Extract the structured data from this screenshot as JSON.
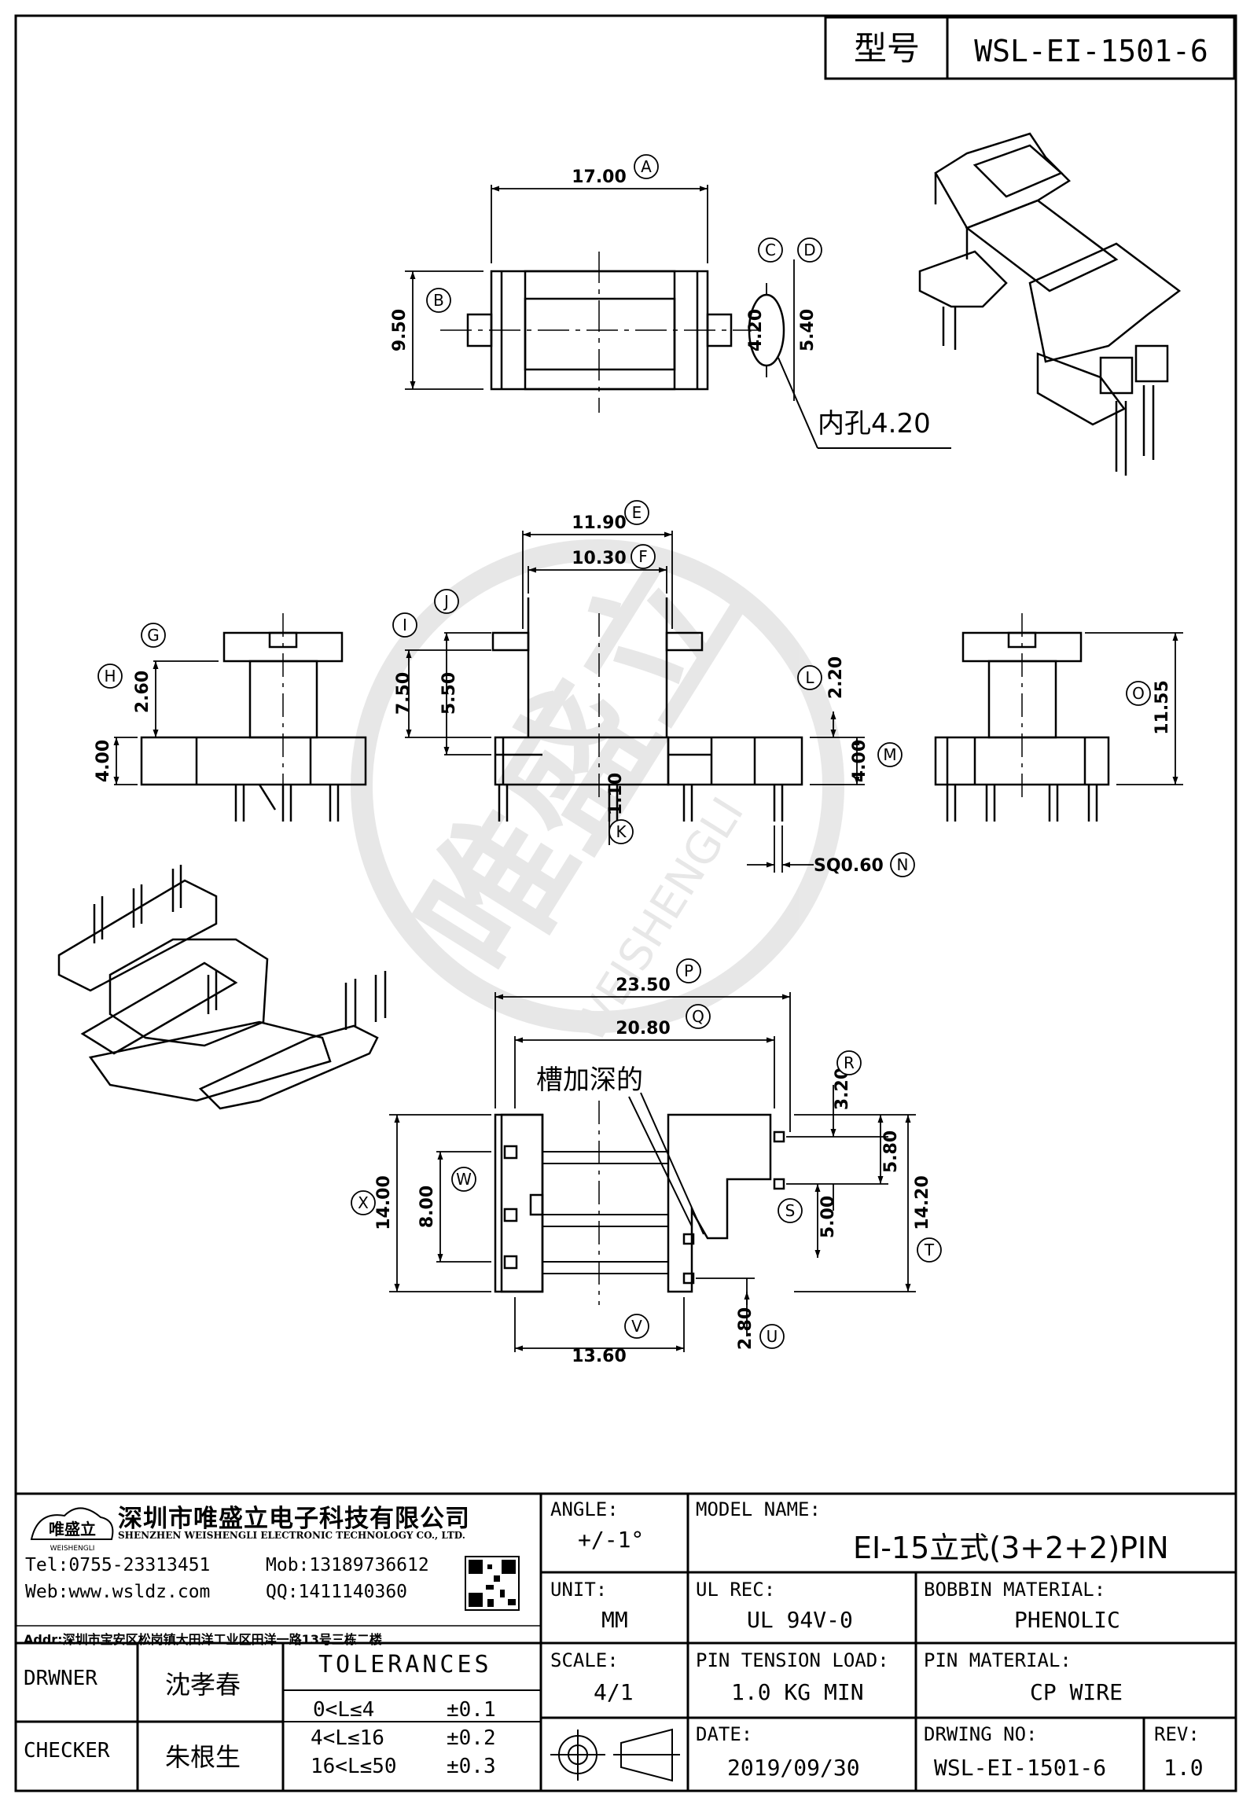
{
  "header": {
    "model_label": "型号",
    "model_no": "WSL-EI-1501-6"
  },
  "dims": {
    "A": {
      "letter": "A",
      "value": "17.00"
    },
    "B": {
      "letter": "B",
      "value": "9.50"
    },
    "C": {
      "letter": "C",
      "value": "4.20"
    },
    "D": {
      "letter": "D",
      "value": "5.40"
    },
    "E": {
      "letter": "E",
      "value": "11.90"
    },
    "F": {
      "letter": "F",
      "value": "10.30"
    },
    "G": {
      "letter": "G",
      "value": "2.60"
    },
    "H": {
      "letter": "H",
      "value": "4.00"
    },
    "I": {
      "letter": "I",
      "value": "7.50"
    },
    "J": {
      "letter": "J",
      "value": "5.50"
    },
    "K": {
      "letter": "K",
      "value": "1.10"
    },
    "L": {
      "letter": "L",
      "value": "2.20"
    },
    "M": {
      "letter": "M",
      "value": "4.00"
    },
    "N": {
      "letter": "N",
      "value": "SQ0.60"
    },
    "O": {
      "letter": "O",
      "value": "11.55"
    },
    "P": {
      "letter": "P",
      "value": "23.50"
    },
    "Q": {
      "letter": "Q",
      "value": "20.80"
    },
    "R": {
      "letter": "R",
      "value": "3.20"
    },
    "S": {
      "letter": "S",
      "value": "5.00"
    },
    "T": {
      "letter": "T",
      "value": "14.20"
    },
    "U": {
      "letter": "U",
      "value": "2.80"
    },
    "V": {
      "letter": "V",
      "value": "13.60"
    },
    "W": {
      "letter": "W",
      "value": "8.00"
    },
    "X": {
      "letter": "X",
      "value": "14.00"
    },
    "R2": {
      "value": "5.80"
    }
  },
  "notes": {
    "inner_hole": "内孔4.20",
    "slot_deeper": "槽加深的"
  },
  "watermark": {
    "logo": "唯盛立",
    "text": "WEISHENGLI"
  },
  "company": {
    "logo_text": "唯盛立",
    "logo_sub": "WEISHENGLI",
    "name_cn": "深圳市唯盛立电子科技有限公司",
    "name_en": "SHENZHEN WEISHENGLI ELECTRONIC TECHNOLOGY CO., LTD.",
    "tel": "Tel:0755-23313451",
    "mob": "Mob:13189736612",
    "web": "Web:www.wsldz.com",
    "qq": "QQ:1411140360",
    "addr": "Addr:深圳市宝安区松岗镇大田洋工业区田洋一路13号三栋二楼"
  },
  "title_block": {
    "angle_label": "ANGLE:",
    "angle_value": "+/-1°",
    "model_name_label": "MODEL NAME:",
    "model_name_value": "EI-15立式(3+2+2)PIN",
    "unit_label": "UNIT:",
    "unit_value": "MM",
    "ul_label": "UL REC:",
    "ul_value": "UL 94V-0",
    "bobbin_label": "BOBBIN MATERIAL:",
    "bobbin_value": "PHENOLIC",
    "drawner_label": "DRWNER",
    "drawner_value": "沈孝春",
    "checker_label": "CHECKER",
    "checker_value": "朱根生",
    "tolerances_label": "TOLERANCES",
    "tol1_range": "0<L≤4",
    "tol1_value": "±0.1",
    "tol2_range": "4<L≤16",
    "tol2_value": "±0.2",
    "tol3_range": "16<L≤50",
    "tol3_value": "±0.3",
    "scale_label": "SCALE:",
    "scale_value": "4/1",
    "tension_label": "PIN TENSION LOAD:",
    "tension_value": "1.0 KG MIN",
    "pin_mat_label": "PIN MATERIAL:",
    "pin_mat_value": "CP WIRE",
    "date_label": "DATE:",
    "date_value": "2019/09/30",
    "dwg_no_label": "DRWING NO:",
    "dwg_no_value": "WSL-EI-1501-6",
    "rev_label": "REV:",
    "rev_value": "1.0"
  }
}
